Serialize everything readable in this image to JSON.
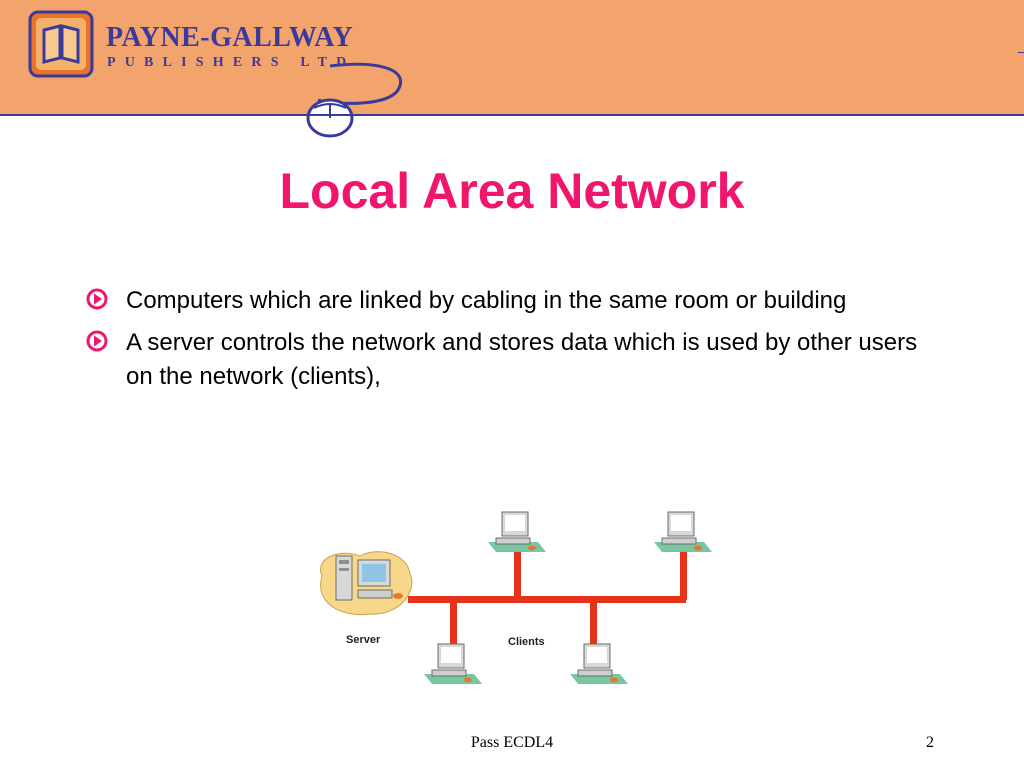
{
  "header": {
    "brand_name": "PAYNE-GALLWAY",
    "brand_sub": "PUBLISHERS LTD",
    "colors": {
      "band": "#f2a46c",
      "brand": "#3a3a9c"
    }
  },
  "slide": {
    "title": "Local Area Network",
    "title_color": "#f0166e",
    "bullets": [
      {
        "text": "Computers which are linked by cabling in the same room or building"
      },
      {
        "text": "A server controls the network and stores data which is used by other users on the network (clients),"
      }
    ]
  },
  "diagram": {
    "server_label": "Server",
    "clients_label": "Clients",
    "cable_color": "#e8331c"
  },
  "footer": {
    "center": "Pass ECDL4",
    "page_number": "2"
  }
}
